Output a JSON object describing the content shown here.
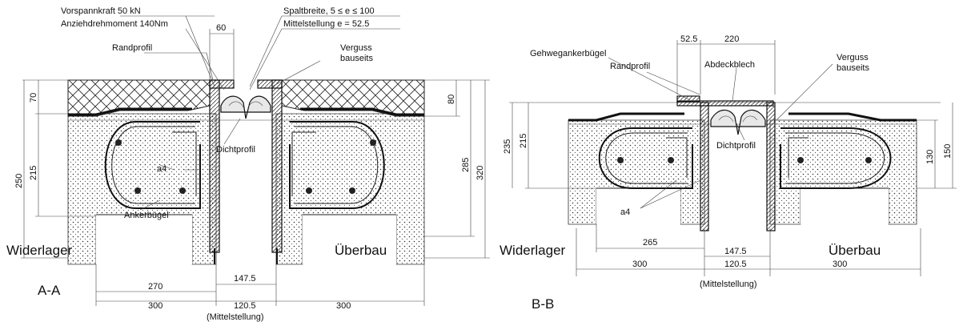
{
  "labels": {
    "vorspann": "Vorspannkraft 50 kN",
    "anzieh": "Anziehdrehmoment 140Nm",
    "spalt": "Spaltbreite, 5 ≤ e ≤ 100",
    "mittel_e": "Mittelstellung e = 52.5",
    "randprofil": "Randprofil",
    "verguss1": "Verguss",
    "verguss2": "bauseits",
    "dichtprofil": "Dichtprofil",
    "a4": "a4",
    "ankerbuegel": "Ankerbügel",
    "widerlager": "Widerlager",
    "ueberbau": "Überbau",
    "section_aa": "A-A",
    "section_bb": "B-B",
    "mittelstellung": "(Mittelstellung)",
    "gehweg": "Gehwegankerbügel",
    "abdeckblech": "Abdeckblech"
  },
  "dims_a": {
    "d60": "60",
    "d70": "70",
    "d80": "80",
    "d215": "215",
    "d250": "250",
    "d285": "285",
    "d320": "320",
    "d147": "147.5",
    "d270": "270",
    "d120": "120.5",
    "d300l": "300",
    "d300r": "300"
  },
  "dims_b": {
    "d52": "52.5",
    "d220": "220",
    "d235": "235",
    "d215": "215",
    "d130": "130",
    "d150": "150",
    "d265": "265",
    "d147": "147.5",
    "d120": "120.5",
    "d300l": "300",
    "d300r": "300"
  }
}
